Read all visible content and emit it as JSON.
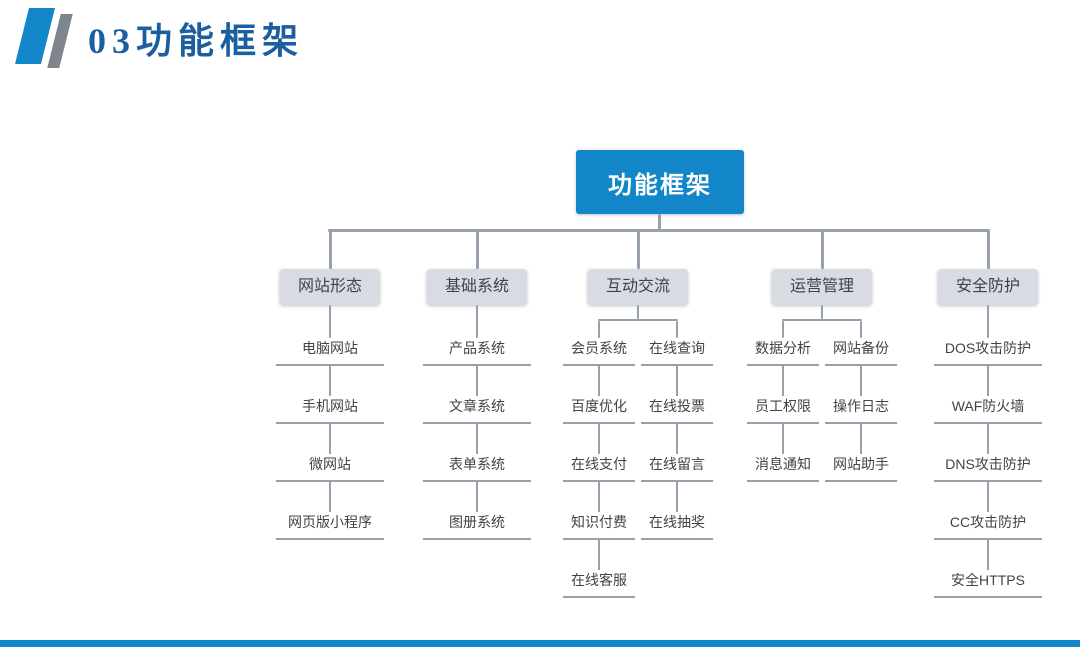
{
  "page": {
    "title": "03功能框架"
  },
  "colors": {
    "accent": "#1386c9",
    "title": "#1c5fa0",
    "line": "#98a0ac",
    "box_bg": "#d8dbe1",
    "box_text": "#3f4347",
    "leaf_text": "#404347"
  },
  "tree": {
    "root": "功能框架",
    "branches": [
      {
        "label": "网站形态",
        "columns": [
          [
            "电脑网站",
            "手机网站",
            "微网站",
            "网页版小程序"
          ]
        ]
      },
      {
        "label": "基础系统",
        "columns": [
          [
            "产品系统",
            "文章系统",
            "表单系统",
            "图册系统"
          ]
        ]
      },
      {
        "label": "互动交流",
        "columns": [
          [
            "会员系统",
            "百度优化",
            "在线支付",
            "知识付费",
            "在线客服"
          ],
          [
            "在线查询",
            "在线投票",
            "在线留言",
            "在线抽奖"
          ]
        ]
      },
      {
        "label": "运营管理",
        "columns": [
          [
            "数据分析",
            "员工权限",
            "消息通知"
          ],
          [
            "网站备份",
            "操作日志",
            "网站助手"
          ]
        ]
      },
      {
        "label": "安全防护",
        "columns": [
          [
            "DOS攻击防护",
            "WAF防火墙",
            "DNS攻击防护",
            "CC攻击防护",
            "安全HTTPS"
          ]
        ]
      }
    ]
  }
}
